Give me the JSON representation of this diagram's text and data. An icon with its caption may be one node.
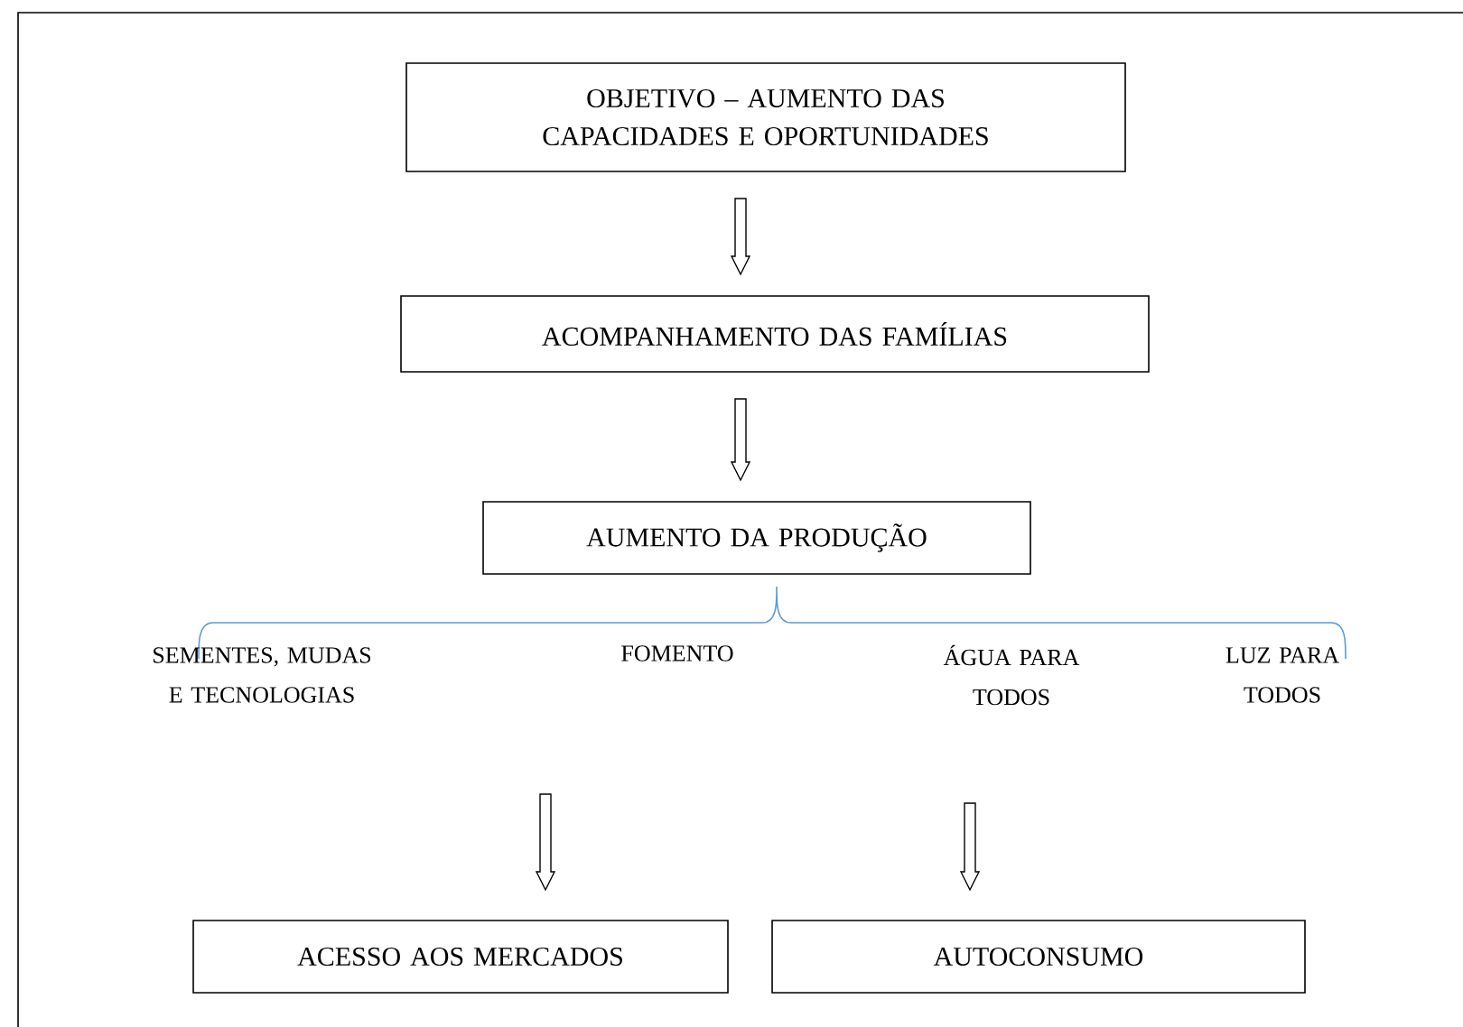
{
  "diagram": {
    "nodes": [
      {
        "text": [
          "OBJETIVO – AUMENTO DAS CAPACIDADES E OPORTUNIDADES"
        ]
      },
      {
        "text": [
          "ACOMPANHAMENTO DAS FAMÍLIAS"
        ]
      },
      {
        "text": [
          "AUMENTO DA PRODUÇÃO"
        ]
      },
      {
        "text": [
          "ACESSO AOS MERCADOS"
        ]
      },
      {
        "text": [
          "AUTOCONSUMO"
        ]
      }
    ],
    "edges": [
      {
        "from": 0,
        "to": 1,
        "arrow": "to"
      },
      {
        "from": 1,
        "to": 2,
        "arrow": "to"
      },
      {
        "from": null,
        "to": 3,
        "arrow": "to"
      },
      {
        "from": null,
        "to": 4,
        "arrow": "to"
      }
    ],
    "labels": [
      "SEMENTES, MUDAS E TECNOLOGIAS",
      "FOMENTO",
      "ÁGUA PARA TODOS",
      "LUZ PARA TODOS"
    ]
  }
}
